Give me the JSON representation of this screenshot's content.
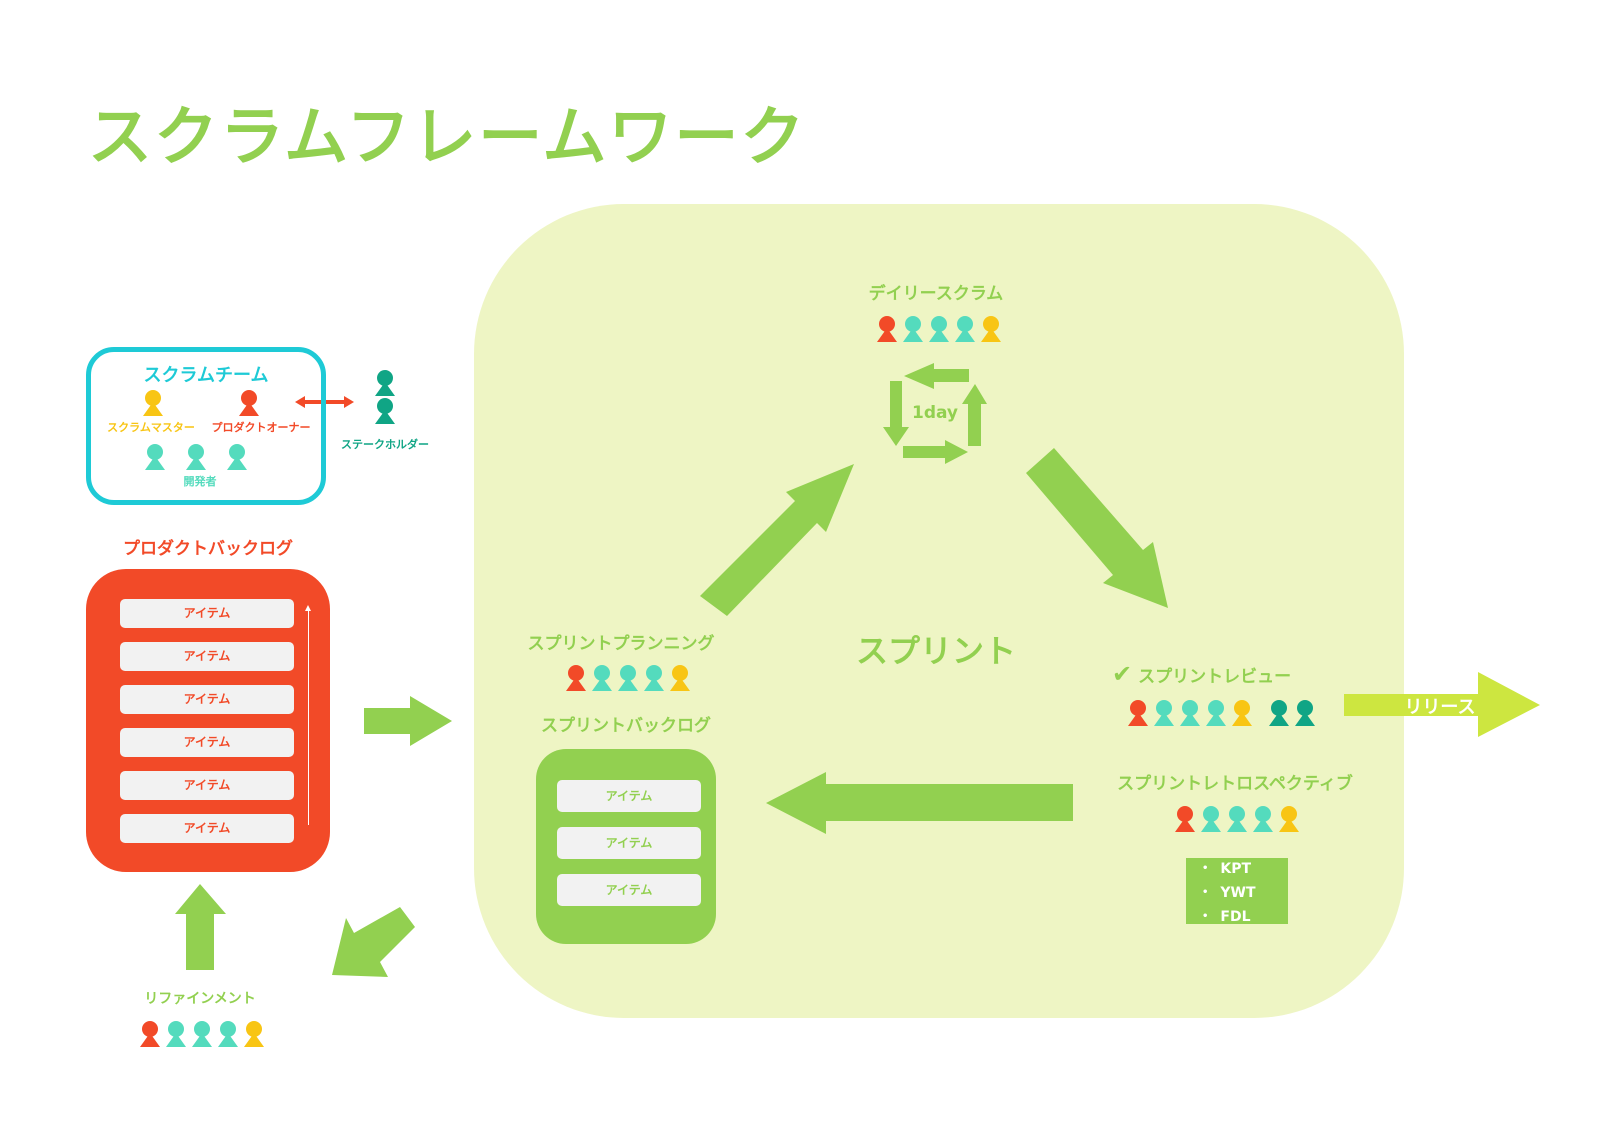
{
  "title": "スクラムフレームワーク",
  "colors": {
    "accent_green": "#92d050",
    "light_green_bg": "#eef5c4",
    "release_green": "#cde640",
    "team_border": "#1ecad6",
    "product_owner": "#f24a28",
    "scrum_master": "#f8c514",
    "developer": "#54dbbd",
    "stakeholder": "#10a585",
    "item_bg": "#f2f2f2"
  },
  "scrum_team": {
    "title": "スクラムチーム",
    "scrum_master_label": "スクラムマスター",
    "product_owner_label": "プロダクトオーナー",
    "developers_label": "開発者",
    "stakeholders_label": "ステークホルダー"
  },
  "product_backlog": {
    "title": "プロダクトバックログ",
    "items": [
      "アイテム",
      "アイテム",
      "アイテム",
      "アイテム",
      "アイテム",
      "アイテム"
    ]
  },
  "refinement": {
    "title": "リファインメント",
    "participants": [
      "product_owner",
      "developer",
      "developer",
      "developer",
      "scrum_master"
    ]
  },
  "sprint": {
    "title": "スプリント",
    "daily_scrum": {
      "title": "デイリースクラム",
      "cycle_label": "1day",
      "participants": [
        "product_owner",
        "developer",
        "developer",
        "developer",
        "scrum_master"
      ]
    },
    "sprint_planning": {
      "title": "スプリントプランニング",
      "participants": [
        "product_owner",
        "developer",
        "developer",
        "developer",
        "scrum_master"
      ]
    },
    "sprint_backlog": {
      "title": "スプリントバックログ",
      "items": [
        "アイテム",
        "アイテム",
        "アイテム"
      ]
    },
    "sprint_review": {
      "check_icon": "✔",
      "title": "スプリントレビュー",
      "participants": [
        "product_owner",
        "developer",
        "developer",
        "developer",
        "scrum_master",
        "stakeholder",
        "stakeholder"
      ]
    },
    "sprint_retrospective": {
      "title": "スプリントレトロスペクティブ",
      "participants": [
        "product_owner",
        "developer",
        "developer",
        "developer",
        "scrum_master"
      ],
      "methods": [
        "KPT",
        "YWT",
        "FDL"
      ]
    }
  },
  "release": {
    "label": "リリース"
  }
}
